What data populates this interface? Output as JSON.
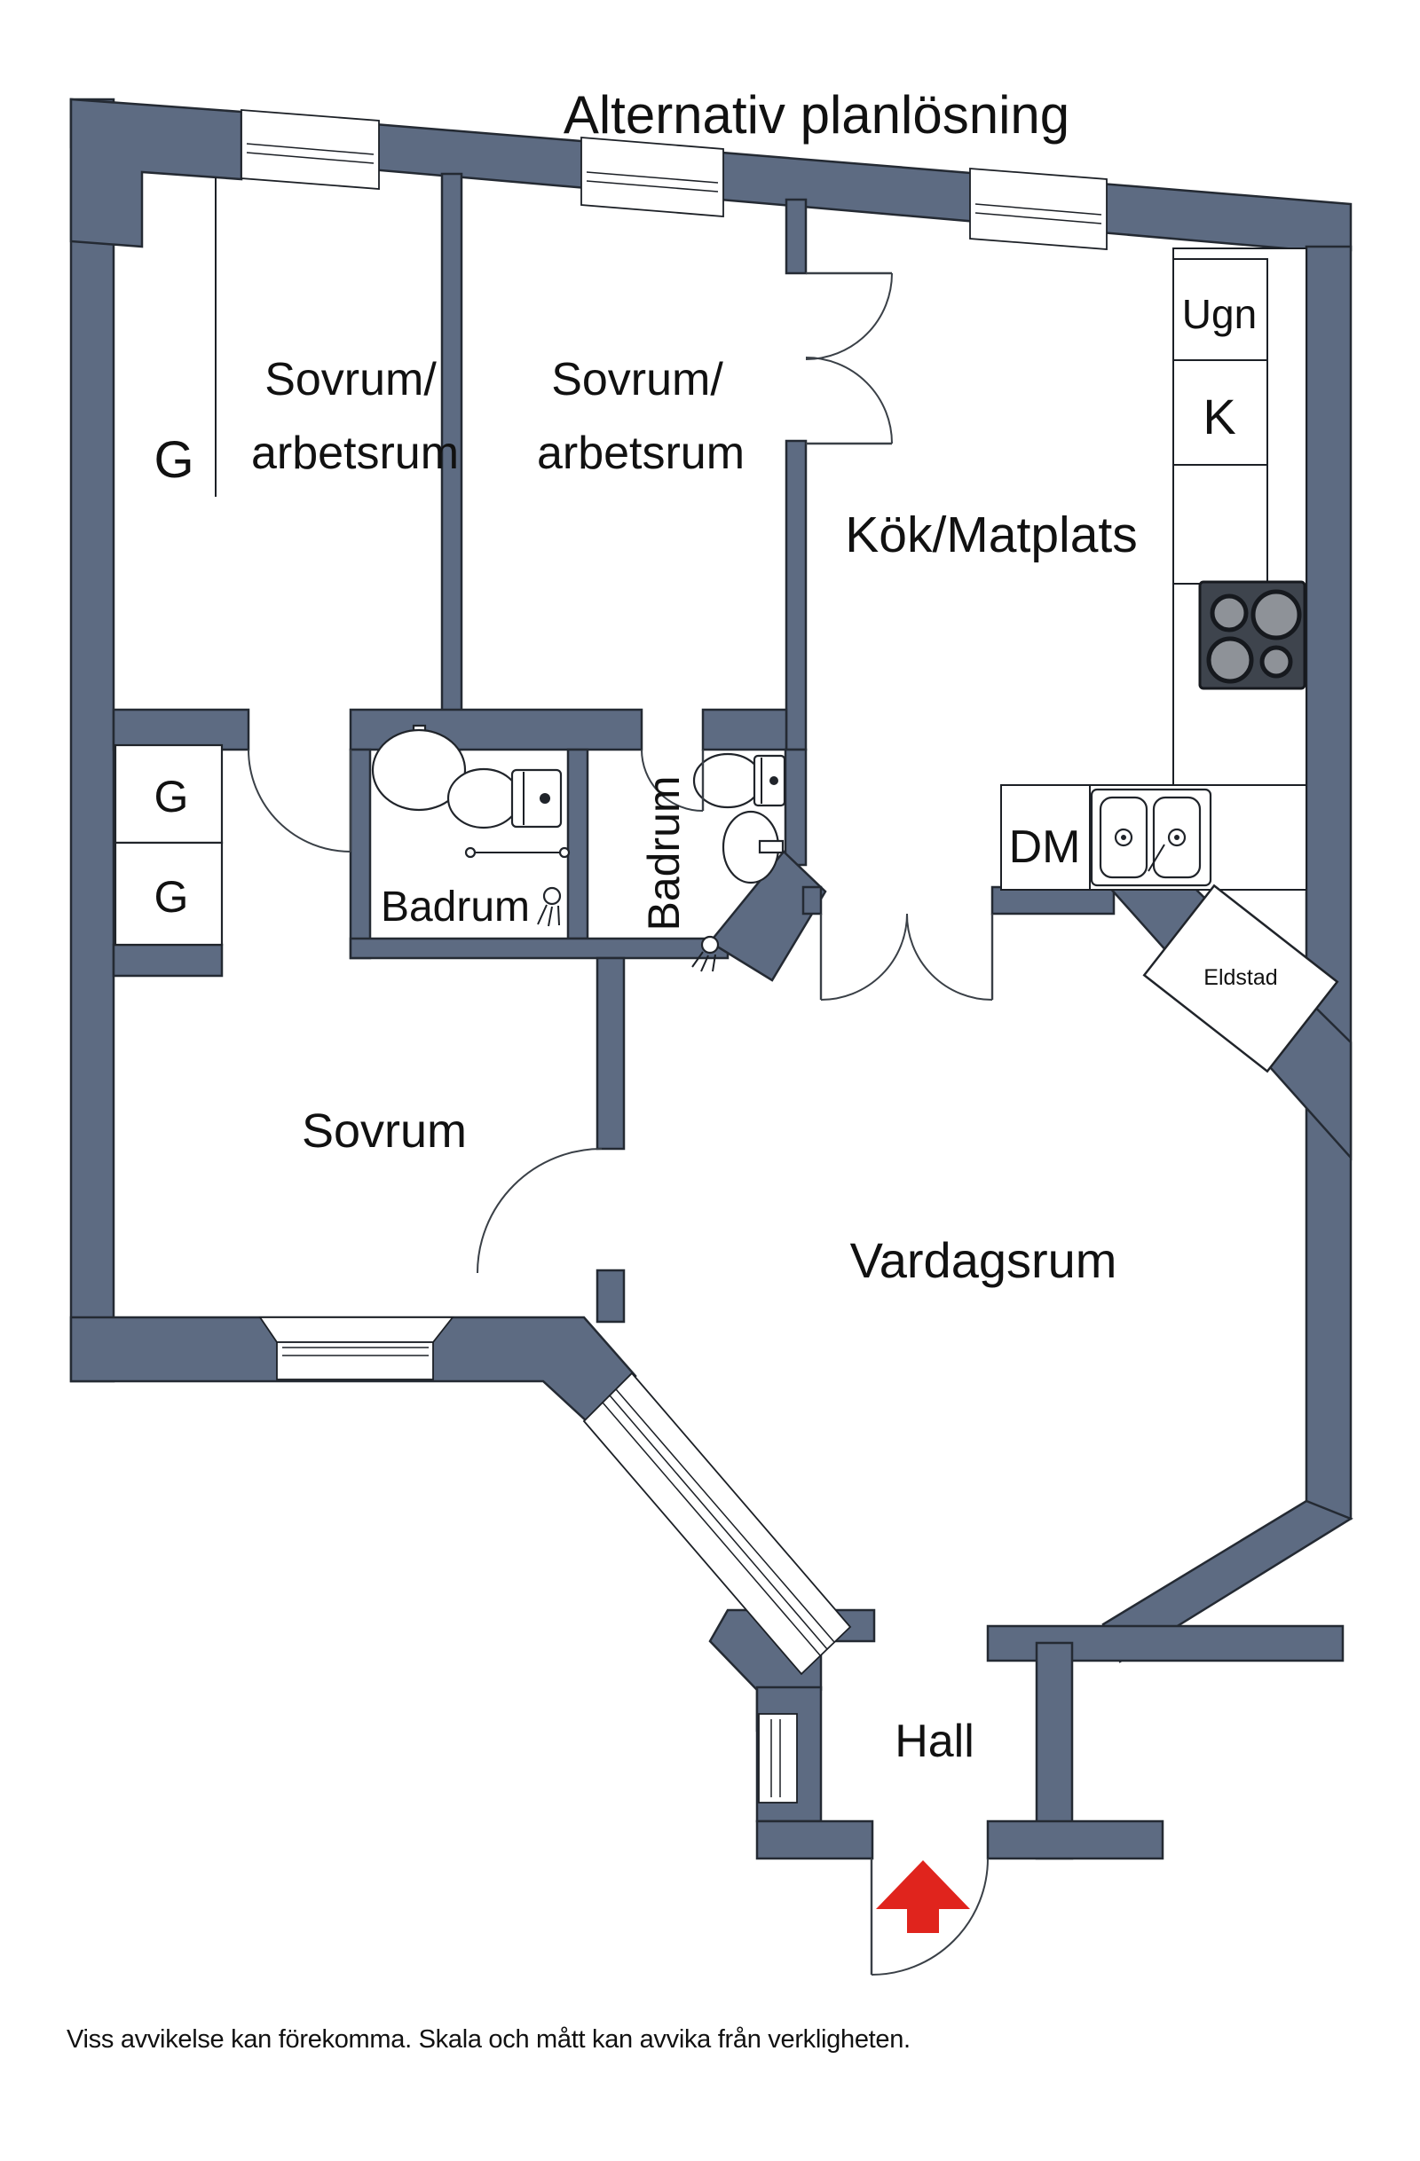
{
  "title": "Alternativ planlösning",
  "footer": {
    "disclaimer": "Viss avvikelse kan förekomma. Skala och mått kan avvika från verkligheten."
  },
  "colors": {
    "wall": "#5d6b82",
    "outline": "#242a33",
    "arrow_red": "#e0241d",
    "stove_body": "#3e444d",
    "burner": "#8e9298",
    "room_fill": "#ffffff"
  },
  "rooms": {
    "bedroom_office_1": {
      "line1": "Sovrum/",
      "line2": "arbetsrum"
    },
    "bedroom_office_2": {
      "line1": "Sovrum/",
      "line2": "arbetsrum"
    },
    "kitchen": {
      "label": "Kök/Matplats"
    },
    "bathroom_main": {
      "label": "Badrum"
    },
    "bathroom_small": {
      "label": "Badrum"
    },
    "bedroom": {
      "label": "Sovrum"
    },
    "living_room": {
      "label": "Vardagsrum"
    },
    "hall": {
      "label": "Hall"
    }
  },
  "labels": {
    "oven": "Ugn",
    "fridge": "K",
    "dishwasher": "DM",
    "fireplace": "Eldstad",
    "closet_bedroom1": "G",
    "closet_top": "G",
    "closet_bottom": "G"
  },
  "icons": {
    "entry_arrow": "arrow-up-icon",
    "stove": "stove-burners-icon",
    "toilet": "toilet-icon",
    "basin": "sink-basin-icon",
    "double_sink": "double-sink-icon",
    "shower": "shower-head-icon",
    "towel_rail": "towel-rail-icon",
    "fireplace": "fireplace-icon"
  }
}
